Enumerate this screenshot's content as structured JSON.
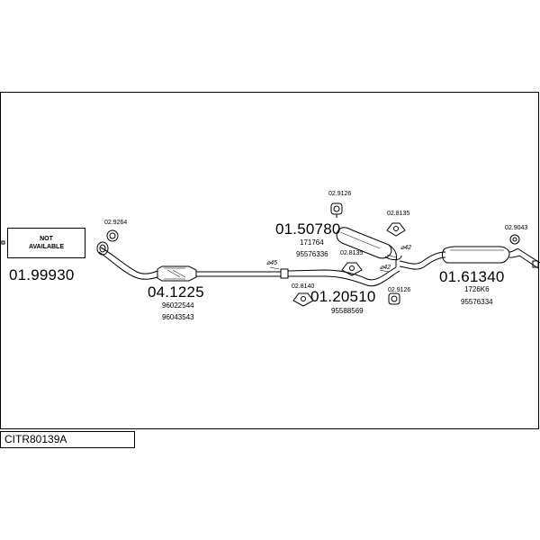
{
  "diagram_code": "CITR80139A",
  "not_available_box": {
    "line1": "NOT",
    "line2": "AVAILABLE"
  },
  "parts": {
    "p01_99930": "01.99930",
    "p04_1225": "04.1225",
    "p04_1225_ref1": "96022544",
    "p04_1225_ref2": "96043543",
    "p01_50780": "01.50780",
    "p01_50780_ref1": "171764",
    "p01_50780_ref2": "95576336",
    "p01_20510": "01.20510",
    "p01_20510_ref1": "95588569",
    "p01_61340": "01.61340",
    "p01_61340_ref1": "1726K6",
    "p01_61340_ref2": "95576334"
  },
  "fittings": {
    "f02_9264": "02.9264",
    "f02_9126_a": "02.9126",
    "f02_8135_a": "02.8135",
    "f02_8135_b": "02.8135",
    "f02_8140": "02.8140",
    "f02_9126_b": "02.9126",
    "f02_9043": "02.9043"
  },
  "diameters": {
    "d45": "⌀45",
    "d42_a": "⌀42",
    "d42_b": "⌀42"
  }
}
